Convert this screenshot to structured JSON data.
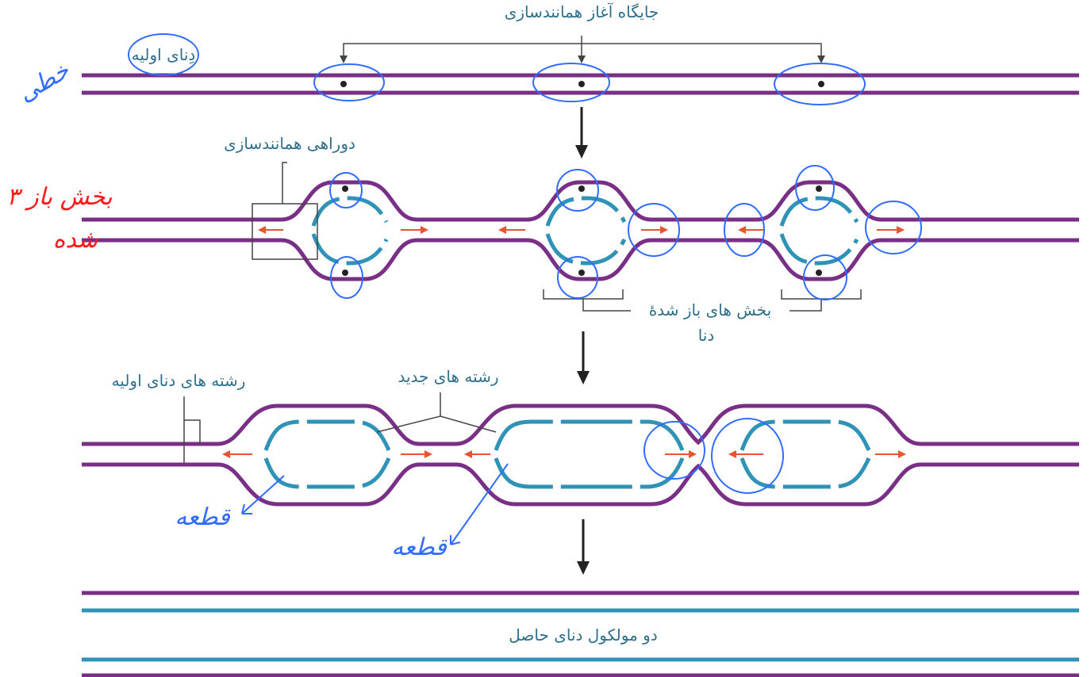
{
  "labels": {
    "replication_origin": "جایگاه آغاز همانندسازی",
    "parent_dna": "دِنای اولیه",
    "replication_fork": "دوراهی همانندسازی",
    "opened_regions_line1": "بخش های باز شدهٔ",
    "opened_regions_line2": "دنا",
    "parent_strands": "رشته های دنای اولیه",
    "new_strands": "رشته های جدید",
    "two_molecules": "دو مولکول دنای حاصل"
  },
  "handwriting": {
    "linear_note": "خطی",
    "three_open_parts_line1": "۳ بخش باز",
    "three_open_parts_line2": "شده",
    "fragment_note_left": "قطعه",
    "fragment_note_right": "قطعه"
  },
  "colors": {
    "parent_strand": "#7a2f86",
    "new_strand": "#2f92b7",
    "direction_arrow": "#e8542f",
    "annotation_pen": "#2f6cff",
    "red_pen": "#ff1a1a",
    "label_text": "#2f6f8c"
  }
}
